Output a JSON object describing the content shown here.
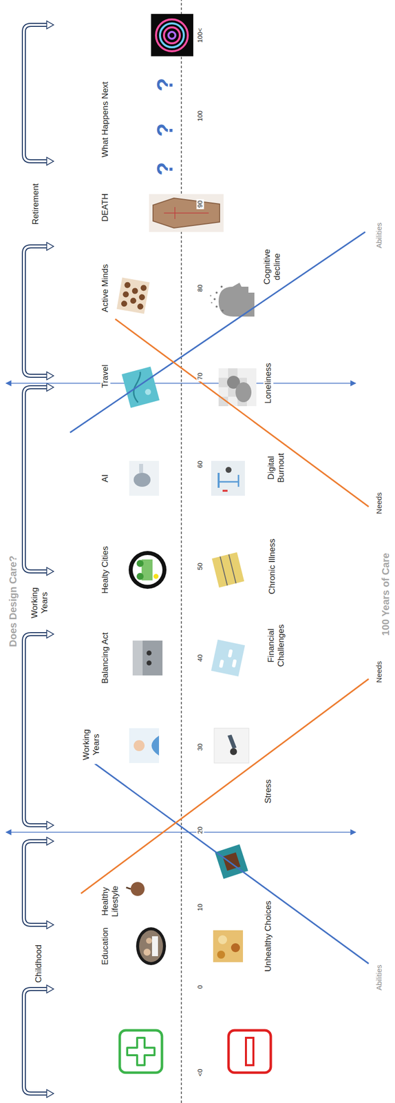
{
  "diagram": {
    "title": "Does Design Care?",
    "caption": "100 Years of Care",
    "labels": [
      "Childhood",
      "Working Years",
      "Retirement",
      "Education",
      "Healthy Lifestyle",
      "Working Years",
      "Balancing Act",
      "Healty Cities",
      "AI",
      "Travel",
      "Active Minds",
      "DEATH",
      "What Happens Next",
      "?",
      "?",
      "?",
      "<0",
      "0",
      "10",
      "20",
      "30",
      "40",
      "50",
      "60",
      "70",
      "80",
      "90",
      "100",
      "100<",
      "Unhealthy Choices",
      "Stress",
      "Financial Challenges",
      "Chronic Illness",
      "Digital Burnout",
      "Loneliness",
      "Cognitive decline",
      "Abilities",
      "Needs",
      "Needs",
      "Abilities"
    ]
  }
}
